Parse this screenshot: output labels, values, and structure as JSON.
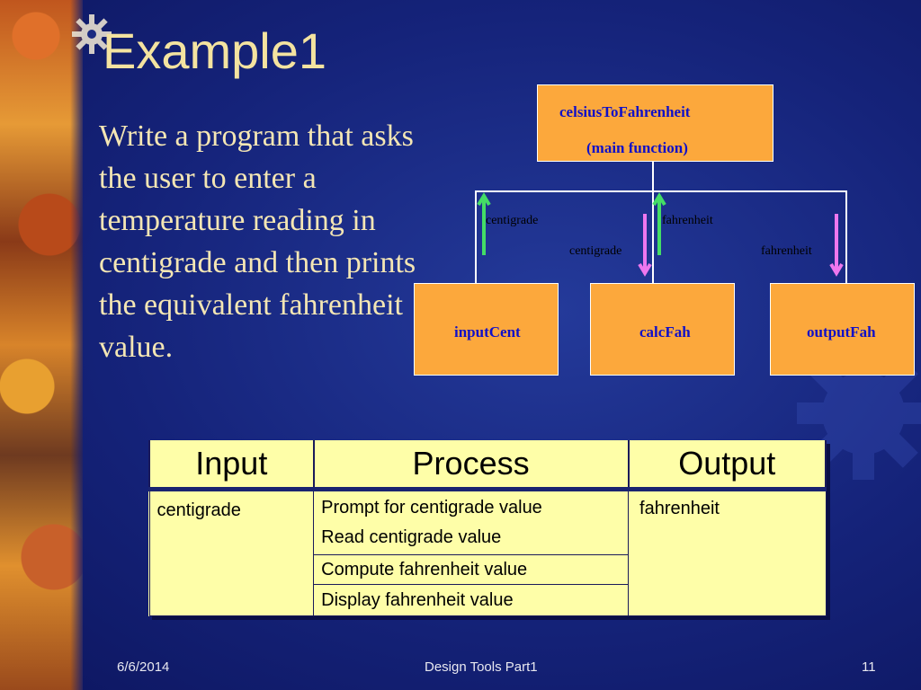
{
  "slide": {
    "title": "Example1",
    "body_text": "Write a program that asks the user to enter a temperature reading in centigrade and then prints the equivalent fahrenheit value."
  },
  "diagram": {
    "main_box": {
      "line1": "celsiusToFahrenheit",
      "line2": "(main function)"
    },
    "children": [
      "inputCent",
      "calcFah",
      "outputFah"
    ],
    "flow_labels": {
      "input_up": "centigrade",
      "calc_down": "centigrade",
      "calc_up": "fahrenheit",
      "output_down": "fahrenheit"
    },
    "colors": {
      "box": "#fca83c",
      "box_text": "#1010c8",
      "arrow_up": "#44dd66",
      "arrow_down": "#ee77ee"
    }
  },
  "table": {
    "headers": [
      "Input",
      "Process",
      "Output"
    ],
    "input": "centigrade",
    "process": [
      "Prompt for centigrade value",
      "Read centigrade value",
      "Compute fahrenheit value",
      "Display fahrenheit value"
    ],
    "output": "fahrenheit"
  },
  "footer": {
    "date": "6/6/2014",
    "center": "Design Tools Part1",
    "page": "11"
  }
}
